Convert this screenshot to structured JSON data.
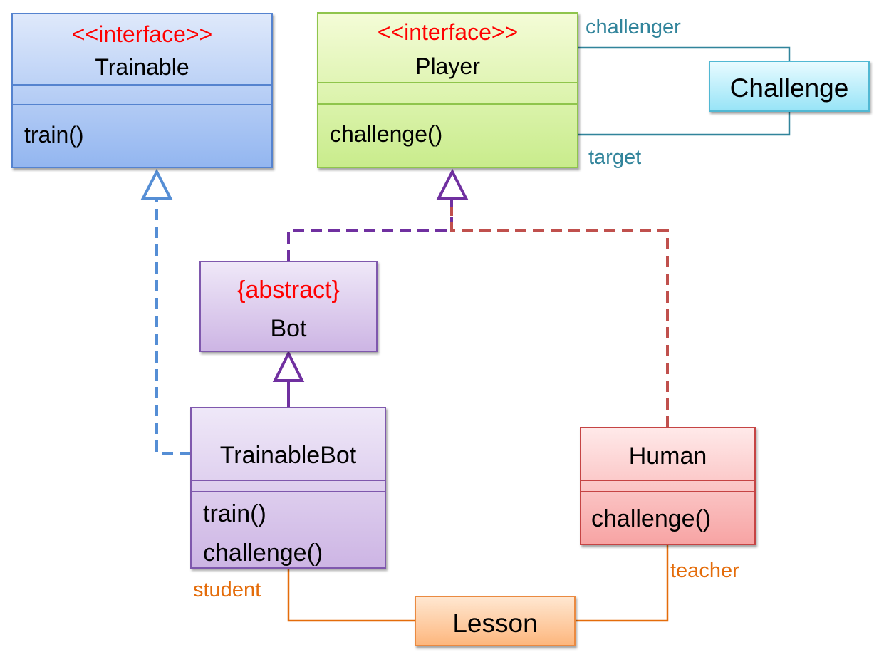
{
  "classes": {
    "trainable": {
      "stereotype": "<<interface>>",
      "name": "Trainable",
      "methods": "train()"
    },
    "player": {
      "stereotype": "<<interface>>",
      "name": "Player",
      "methods": "challenge()"
    },
    "challenge": {
      "name": "Challenge"
    },
    "bot": {
      "stereotype": "{abstract}",
      "name": "Bot"
    },
    "trainable_bot": {
      "name": "TrainableBot",
      "method1": "train()",
      "method2": "challenge()"
    },
    "human": {
      "name": "Human",
      "methods": "challenge()"
    },
    "lesson": {
      "name": "Lesson"
    }
  },
  "roles": {
    "challenger": "challenger",
    "target": "target",
    "student": "student",
    "teacher": "teacher"
  },
  "colors": {
    "stereotype": "#ff0000",
    "assoc_challenge": "#31849b",
    "assoc_lesson": "#e46c0a",
    "realize_trainable": "#558ed5",
    "realize_bot": "#7030a0",
    "realize_human": "#c0504d",
    "inherit": "#7030a0"
  }
}
